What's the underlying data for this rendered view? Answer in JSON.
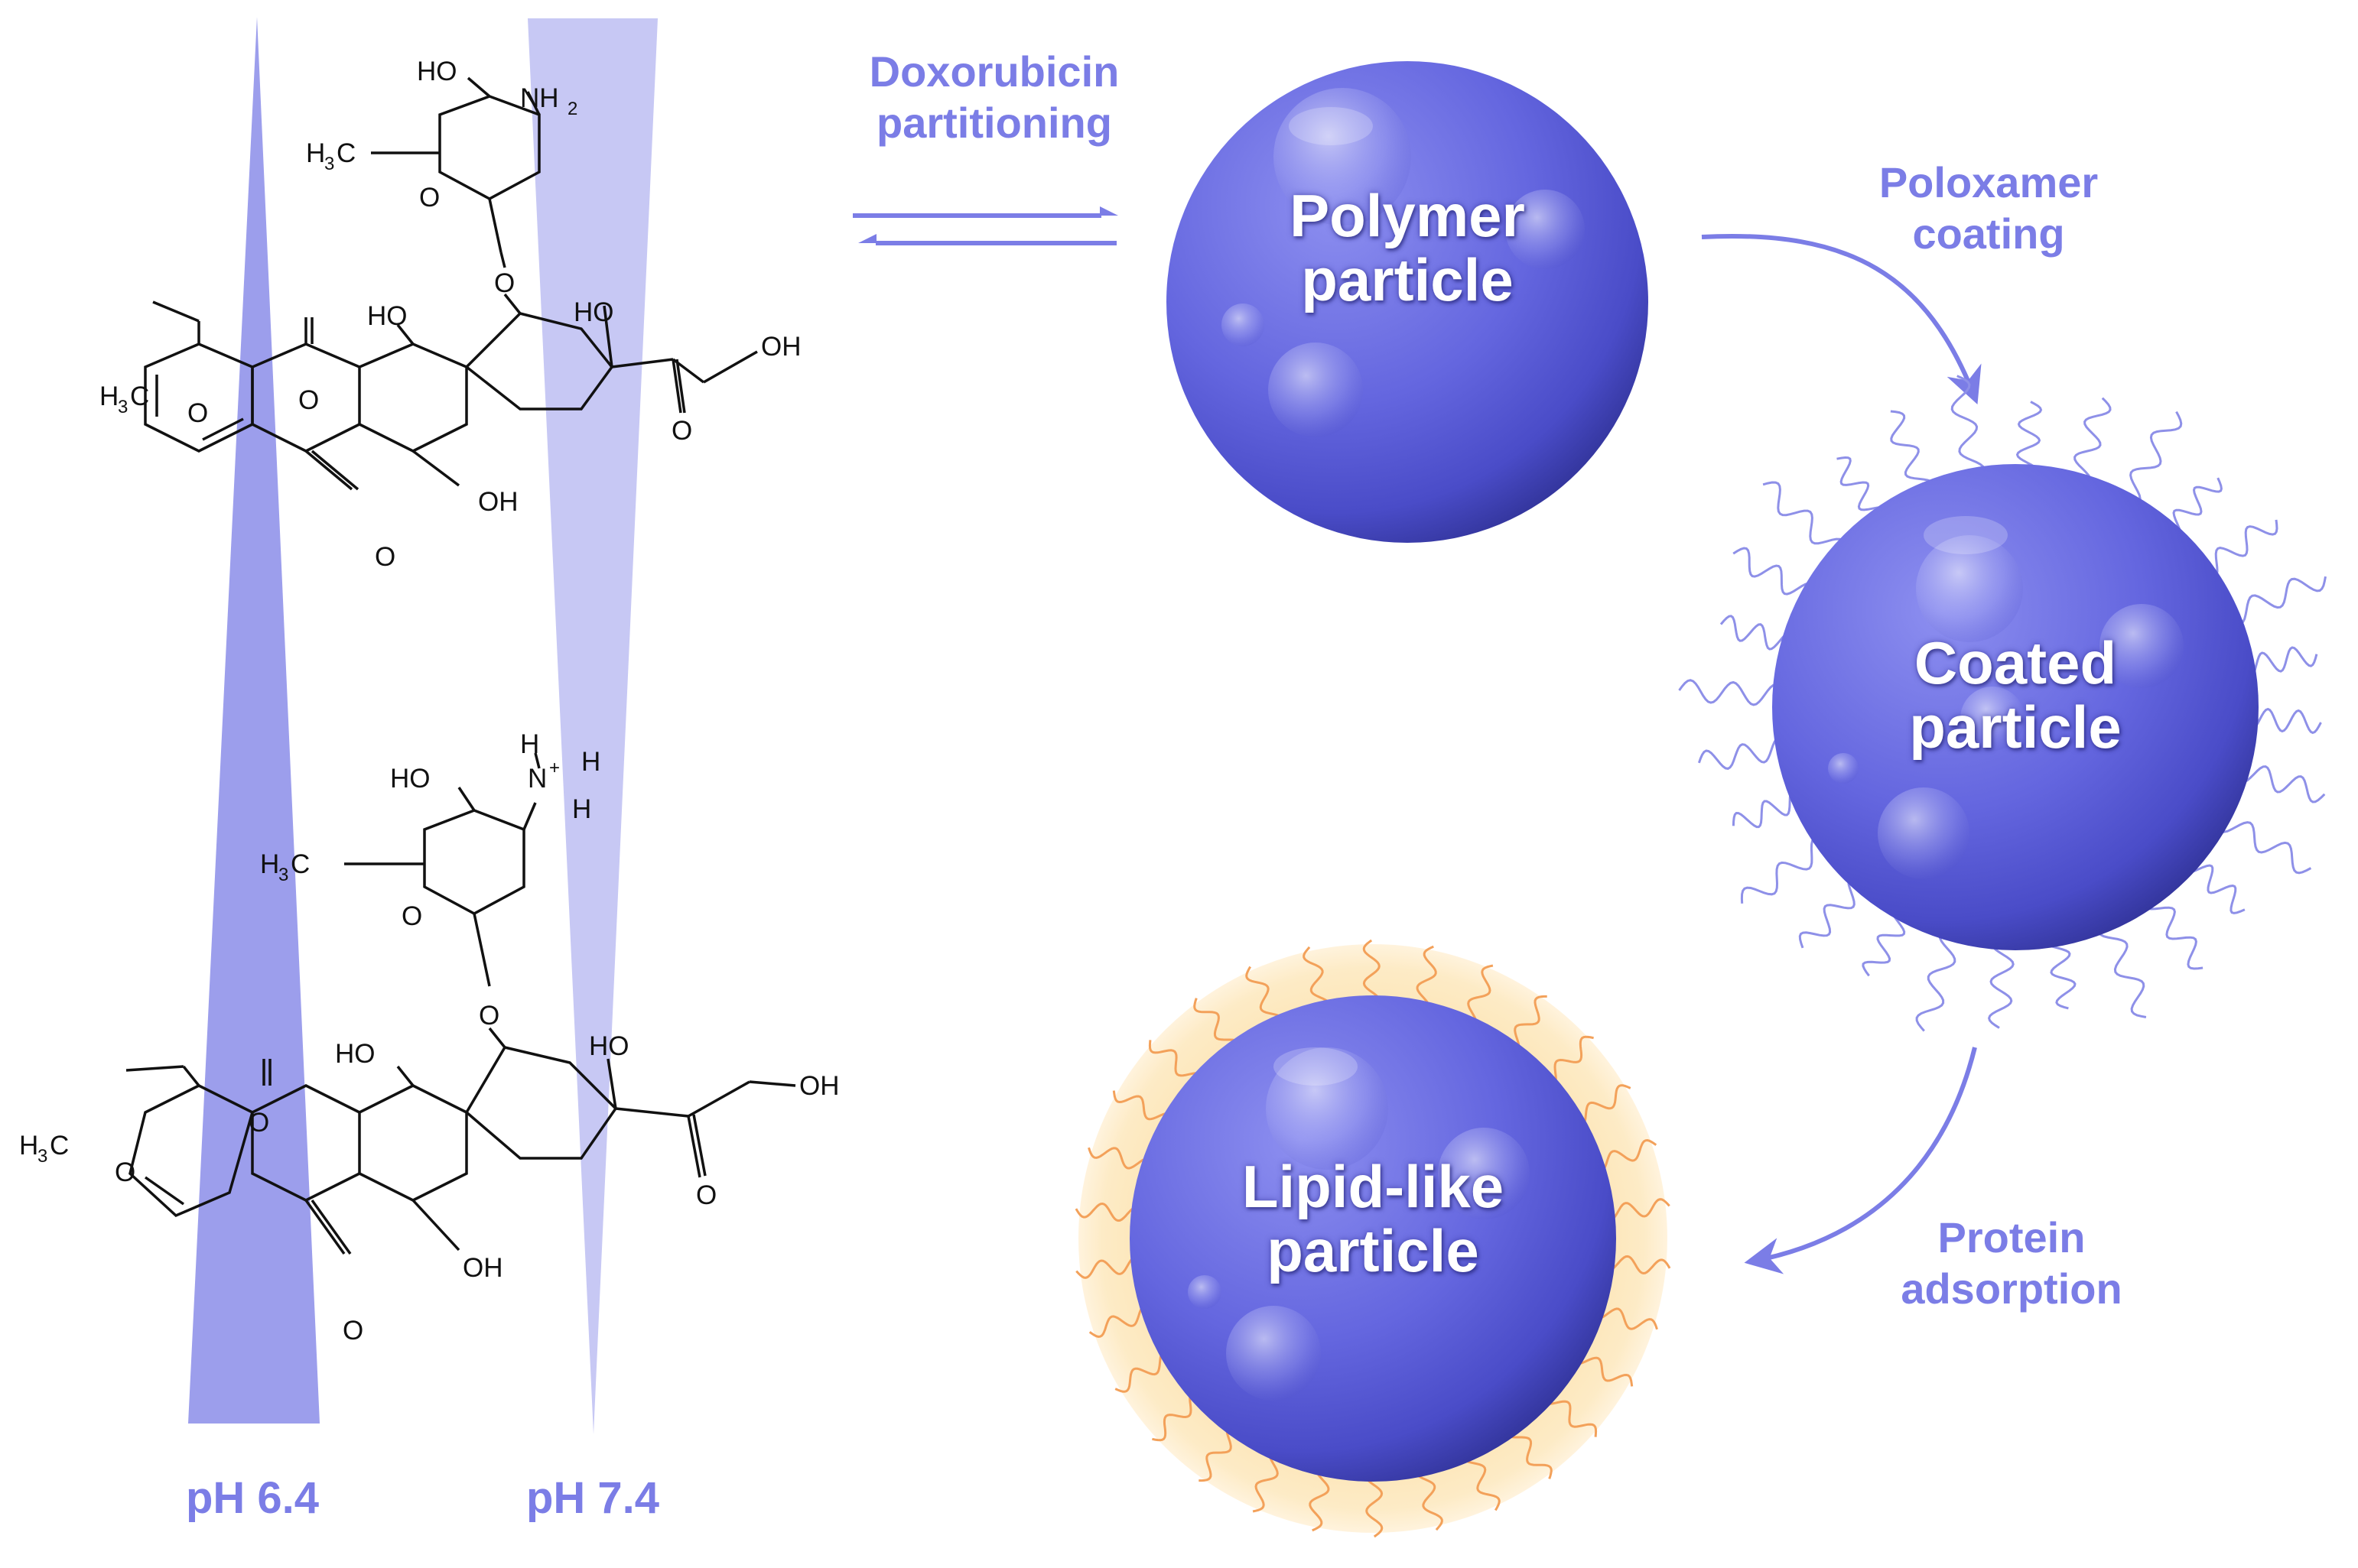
{
  "colors": {
    "accent": "#7b7de6",
    "particle": "#6264dd",
    "wedge_ph64": "#9c9eec",
    "wedge_ph74": "#c7c8f4",
    "lipid_halo": "#fde4b2",
    "lipid_tails": "#f3a15a",
    "poloxamer_chains": "#8e90e8"
  },
  "labels": {
    "doxorubicin_partitioning": [
      "Doxorubicin",
      "partitioning"
    ],
    "poloxamer_coating": [
      "Poloxamer",
      "coating"
    ],
    "protein_adsorption": [
      "Protein",
      "adsorption"
    ],
    "ph_low": "pH 6.4",
    "ph_high": "pH 7.4"
  },
  "particles": {
    "polymer": [
      "Polymer",
      "particle"
    ],
    "coated": [
      "Coated",
      "particle"
    ],
    "lipid": [
      "Lipid-like",
      "particle"
    ]
  },
  "molecules": {
    "neutral": {
      "groups": [
        "HO",
        "NH",
        "2",
        "H",
        "3",
        "C",
        "O",
        "O",
        "HO",
        "HO",
        "OH",
        "H",
        "3",
        "C",
        "O",
        "O",
        "O",
        "OH",
        "O"
      ]
    },
    "protonated": {
      "groups": [
        "H",
        "N",
        "+",
        "H",
        "H",
        "HO",
        "H",
        "3",
        "C",
        "O",
        "O",
        "HO",
        "HO",
        "OH",
        "H",
        "3",
        "C",
        "O",
        "O",
        "O",
        "OH",
        "O"
      ]
    }
  }
}
